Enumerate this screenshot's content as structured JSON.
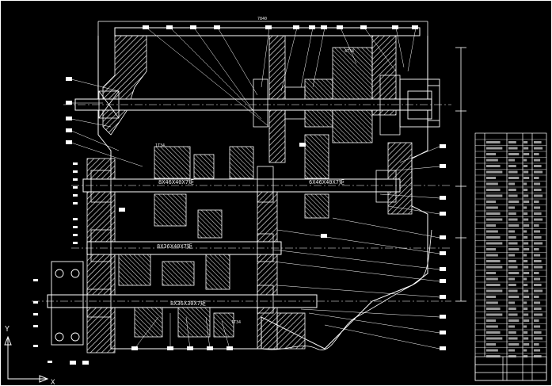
{
  "drawing": {
    "background": "#000000",
    "line_color": "#ffffff",
    "shaft_label_1": "8X46X40X7矩",
    "shaft_label_2": "6X46X40X7矩",
    "shaft_label_3": "8X36X40X7矩",
    "shaft_label_4": "8X36X30X7矩",
    "gear_note_top": "1T34",
    "gear_note_mid": "4T34",
    "gear_note_low": "1T34",
    "dim_top": "7840"
  },
  "ucs": {
    "y_axis_label": "Y",
    "x_axis_label": "X"
  }
}
